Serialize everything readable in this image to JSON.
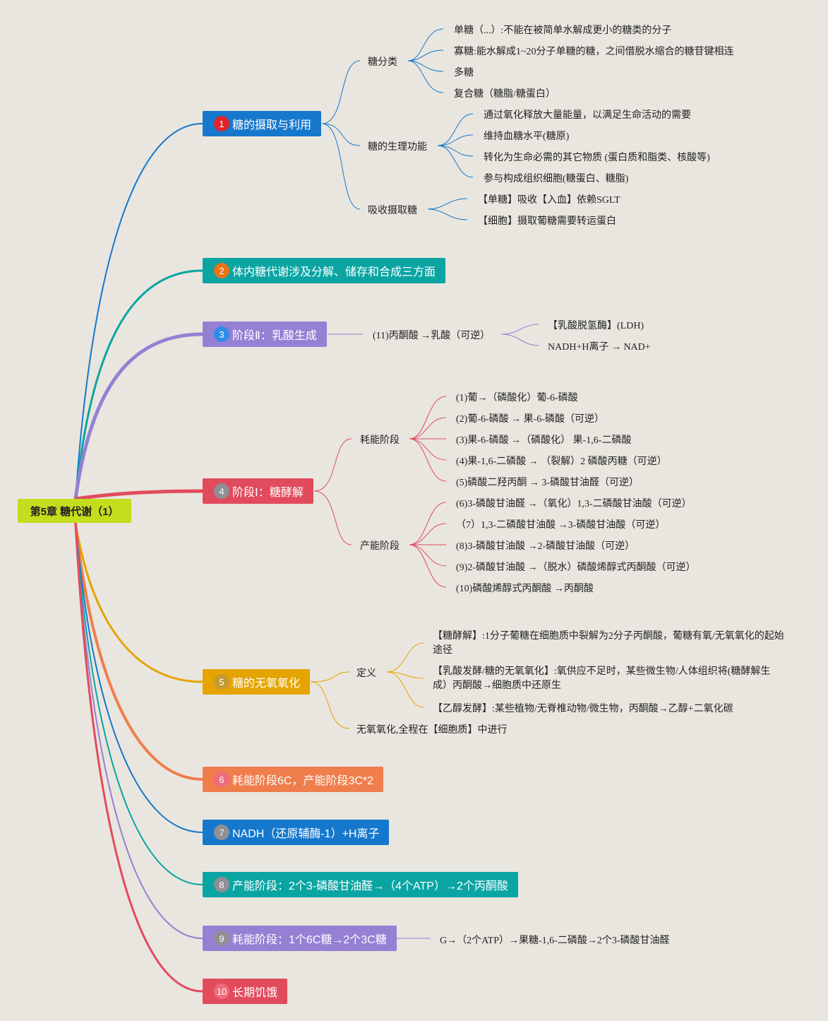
{
  "root": "第5章 糖代谢（1）",
  "colors": {
    "blue": "#1678cc",
    "teal": "#0aa5a3",
    "purple": "#9580d4",
    "red": "#e14b5d",
    "gold": "#e5a400",
    "orange": "#ef7e4c",
    "badge_red": "#e0242a",
    "badge_orange": "#ea7317",
    "badge_blue": "#2d8de8",
    "badge_grey": "#8f8f94",
    "badge_gold": "#c59a32",
    "badge_pink": "#ee6c7c"
  },
  "topics": [
    {
      "num": "1",
      "label": "糖的摄取与利用",
      "children": [
        {
          "label": "糖分类",
          "children": [
            "单糖（...）:不能在被简单水解成更小的糖类的分子",
            "寡糖:能水解成1~20分子单糖的糖，之间借脱水缩合的糖苷键相连",
            "多糖",
            "复合糖（糖脂/糖蛋白）"
          ]
        },
        {
          "label": "糖的生理功能",
          "children": [
            "通过氧化释放大量能量，以满足生命活动的需要",
            "维持血糖水平(糖原)",
            "转化为生命必需的其它物质 (蛋白质和脂类、核酸等)",
            "参与构成组织细胞(糖蛋白、糖脂)"
          ]
        },
        {
          "label": "吸收摄取糖",
          "children": [
            "【单糖】吸收【入血】依赖SGLT",
            "【细胞】摄取葡糖需要转运蛋白"
          ]
        }
      ]
    },
    {
      "num": "2",
      "label": "体内糖代谢涉及分解、储存和合成三方面"
    },
    {
      "num": "3",
      "label": "阶段Ⅱ：乳酸生成",
      "children": [
        {
          "label": "(11)丙酮酸 →乳酸（可逆）",
          "children": [
            "【乳酸脱氢酶】(LDH)",
            "NADH+H离子 → NAD+"
          ]
        }
      ]
    },
    {
      "num": "4",
      "label": "阶段Ⅰ：糖酵解",
      "children": [
        {
          "label": "耗能阶段",
          "children": [
            "(1)葡→（磷酸化）葡-6-磷酸",
            "(2)葡-6-磷酸 → 果-6-磷酸（可逆）",
            "(3)果-6-磷酸 →（磷酸化） 果-1,6-二磷酸",
            "(4)果-1,6-二磷酸 → （裂解）2 磷酸丙糖（可逆）",
            "(5)磷酸二羟丙酮 → 3-磷酸甘油醛（可逆）"
          ]
        },
        {
          "label": "产能阶段",
          "children": [
            "(6)3-磷酸甘油醛 →（氧化）1,3-二磷酸甘油酸（可逆）",
            "（7）1,3-二磷酸甘油酸 →3-磷酸甘油酸（可逆）",
            "(8)3-磷酸甘油酸 →2-磷酸甘油酸（可逆）",
            "(9)2-磷酸甘油酸 →（脱水）磷酸烯醇式丙酮酸（可逆）",
            "(10)磷酸烯醇式丙酮酸 →丙酮酸"
          ]
        }
      ]
    },
    {
      "num": "5",
      "label": "糖的无氧氧化",
      "children": [
        {
          "label": "定义",
          "children": [
            "【糖酵解】:1分子葡糖在细胞质中裂解为2分子丙酮酸，葡糖有氧/无氧氧化的起始途径",
            "【乳酸发酵/糖的无氧氧化】:氧供应不足时，某些微生物/人体组织将(糖酵解生成）丙酮酸→细胞质中还原生",
            "【乙醇发酵】:某些植物/无脊椎动物/微生物，丙酮酸→乙醇+二氧化碳"
          ]
        },
        {
          "label": "无氧氧化,全程在【细胞质】中进行"
        }
      ]
    },
    {
      "num": "6",
      "label": "耗能阶段6C，产能阶段3C*2"
    },
    {
      "num": "7",
      "label": "NADH（还原辅酶-1）+H离子"
    },
    {
      "num": "8",
      "label": "产能阶段：2个3-磷酸甘油醛→（4个ATP）→2个丙酮酸"
    },
    {
      "num": "9",
      "label": "耗能阶段：1个6C糖→2个3C糖",
      "children": [
        {
          "label": "G→（2个ATP）→果糖-1,6-二磷酸→2个3-磷酸甘油醛"
        }
      ]
    },
    {
      "num": "10",
      "label": "长期饥饿"
    }
  ]
}
